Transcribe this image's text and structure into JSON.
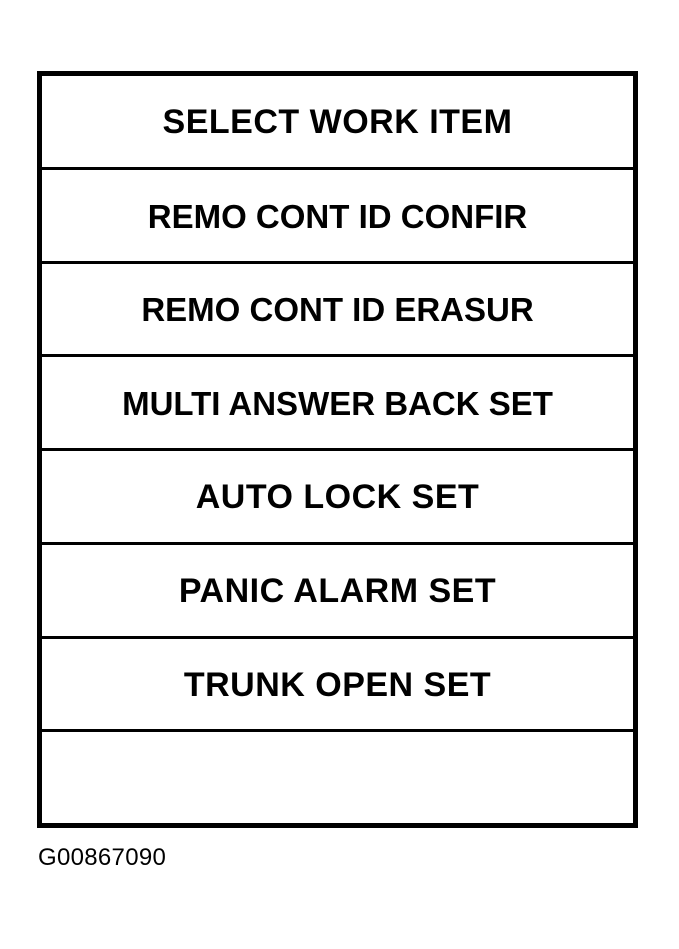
{
  "figure": {
    "caption": "G00867090",
    "panel_title": "SELECT WORK ITEM",
    "ink_color": "#000000",
    "background_color": "#ffffff"
  },
  "menu": {
    "header": {
      "label": "SELECT WORK ITEM"
    },
    "rows": [
      {
        "label": "SELECT WORK ITEM",
        "empty": false,
        "wide": false
      },
      {
        "label": "REMO CONT ID CONFIR",
        "empty": false,
        "wide": true
      },
      {
        "label": "REMO CONT ID ERASUR",
        "empty": false,
        "wide": true
      },
      {
        "label": "MULTI ANSWER BACK SET",
        "empty": false,
        "wide": true
      },
      {
        "label": "AUTO LOCK SET",
        "empty": false,
        "wide": false
      },
      {
        "label": "PANIC ALARM SET",
        "empty": false,
        "wide": false
      },
      {
        "label": "TRUNK OPEN SET",
        "empty": false,
        "wide": false
      },
      {
        "label": "",
        "empty": true,
        "wide": false
      }
    ]
  }
}
